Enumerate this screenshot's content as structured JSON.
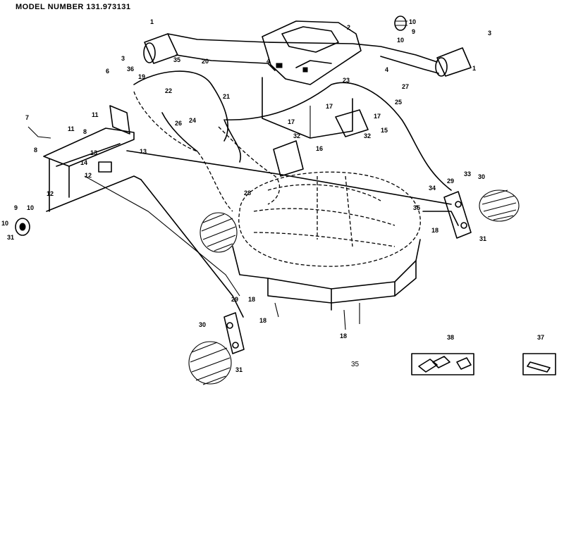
{
  "header": {
    "model_number": "MODEL NUMBER 131.973131"
  },
  "footer": {
    "page_number": "35"
  },
  "callouts": [
    {
      "id": "c1",
      "text": "1"
    },
    {
      "id": "c2",
      "text": "2"
    },
    {
      "id": "c3",
      "text": "3"
    },
    {
      "id": "c4",
      "text": "3"
    },
    {
      "id": "c5",
      "text": "4"
    },
    {
      "id": "c6",
      "text": "4"
    },
    {
      "id": "c7",
      "text": "1"
    },
    {
      "id": "c8",
      "text": "10"
    },
    {
      "id": "c9",
      "text": "9"
    },
    {
      "id": "c10",
      "text": "10"
    },
    {
      "id": "c11",
      "text": "35"
    },
    {
      "id": "c12",
      "text": "20"
    },
    {
      "id": "c13",
      "text": "36"
    },
    {
      "id": "c14",
      "text": "19"
    },
    {
      "id": "c15",
      "text": "22"
    },
    {
      "id": "c16",
      "text": "21"
    },
    {
      "id": "c17",
      "text": "6"
    },
    {
      "id": "c18",
      "text": "7"
    },
    {
      "id": "c19",
      "text": "11"
    },
    {
      "id": "c20",
      "text": "11"
    },
    {
      "id": "c21",
      "text": "8"
    },
    {
      "id": "c22",
      "text": "8"
    },
    {
      "id": "c23",
      "text": "13"
    },
    {
      "id": "c24",
      "text": "13"
    },
    {
      "id": "c25",
      "text": "14"
    },
    {
      "id": "c26",
      "text": "12"
    },
    {
      "id": "c27",
      "text": "12"
    },
    {
      "id": "c28",
      "text": "9"
    },
    {
      "id": "c29",
      "text": "10"
    },
    {
      "id": "c30",
      "text": "10"
    },
    {
      "id": "c31",
      "text": "31"
    },
    {
      "id": "c32",
      "text": "23"
    },
    {
      "id": "c33",
      "text": "27"
    },
    {
      "id": "c34",
      "text": "17"
    },
    {
      "id": "c35",
      "text": "17"
    },
    {
      "id": "c36",
      "text": "25"
    },
    {
      "id": "c37",
      "text": "15"
    },
    {
      "id": "c38",
      "text": "32"
    },
    {
      "id": "c39",
      "text": "17"
    },
    {
      "id": "c40",
      "text": "32"
    },
    {
      "id": "c41",
      "text": "16"
    },
    {
      "id": "c42",
      "text": "24"
    },
    {
      "id": "c43",
      "text": "26"
    },
    {
      "id": "c44",
      "text": "28"
    },
    {
      "id": "c45",
      "text": "33"
    },
    {
      "id": "c46",
      "text": "30"
    },
    {
      "id": "c47",
      "text": "29"
    },
    {
      "id": "c48",
      "text": "34"
    },
    {
      "id": "c49",
      "text": "35"
    },
    {
      "id": "c50",
      "text": "18"
    },
    {
      "id": "c51",
      "text": "31"
    },
    {
      "id": "c52",
      "text": "29"
    },
    {
      "id": "c53",
      "text": "18"
    },
    {
      "id": "c54",
      "text": "30"
    },
    {
      "id": "c55",
      "text": "31"
    },
    {
      "id": "c56",
      "text": "18"
    },
    {
      "id": "c57",
      "text": "18"
    },
    {
      "id": "c58",
      "text": "38"
    },
    {
      "id": "c59",
      "text": "37"
    }
  ]
}
